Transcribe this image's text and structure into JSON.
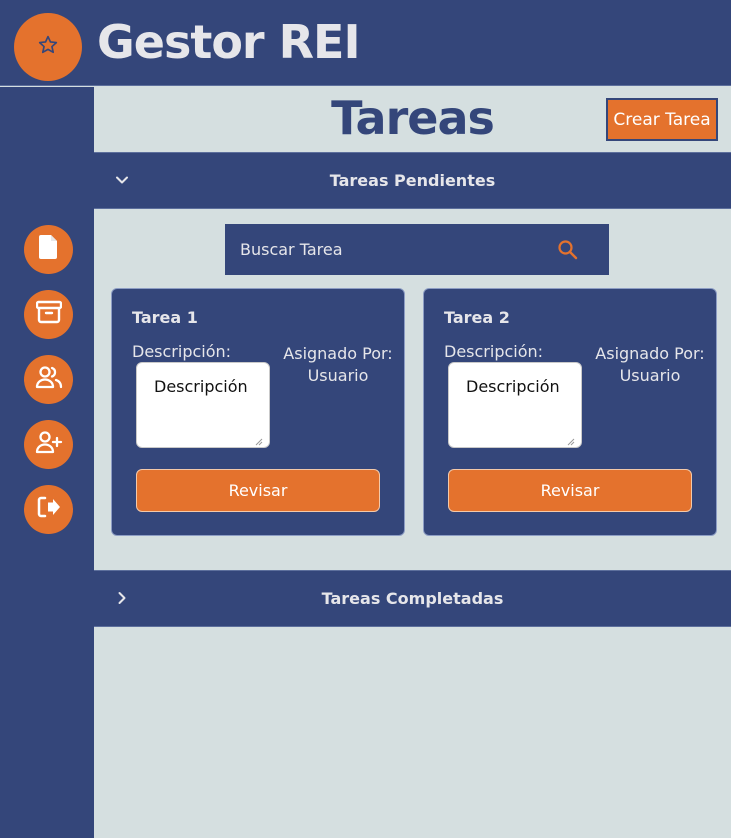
{
  "app": {
    "title": "Gestor REI",
    "logo_icon": "star-icon"
  },
  "page": {
    "title": "Tareas",
    "create_button": "Crear Tarea"
  },
  "sidebar": {
    "items": [
      {
        "icon": "document-icon"
      },
      {
        "icon": "archive-icon"
      },
      {
        "icon": "users-icon"
      },
      {
        "icon": "add-user-icon"
      },
      {
        "icon": "logout-icon"
      }
    ]
  },
  "sections": {
    "pending": {
      "label": "Tareas Pendientes",
      "expanded": true
    },
    "completed": {
      "label": "Tareas Completadas",
      "expanded": false
    }
  },
  "search": {
    "placeholder": "Buscar Tarea"
  },
  "tasks": [
    {
      "title": "Tarea 1",
      "desc_label": "Descripción:",
      "desc_value": "Descripción",
      "assigned_label": "Asignado Por:",
      "assigned_user": "Usuario",
      "review_label": "Revisar"
    },
    {
      "title": "Tarea 2",
      "desc_label": "Descripción:",
      "desc_value": "Descripción",
      "assigned_label": "Asignado Por:",
      "assigned_user": "Usuario",
      "review_label": "Revisar"
    }
  ],
  "colors": {
    "primary": "#34467a",
    "accent": "#e4722d",
    "background": "#d5dfe0",
    "text_light": "#e6e6ea"
  }
}
